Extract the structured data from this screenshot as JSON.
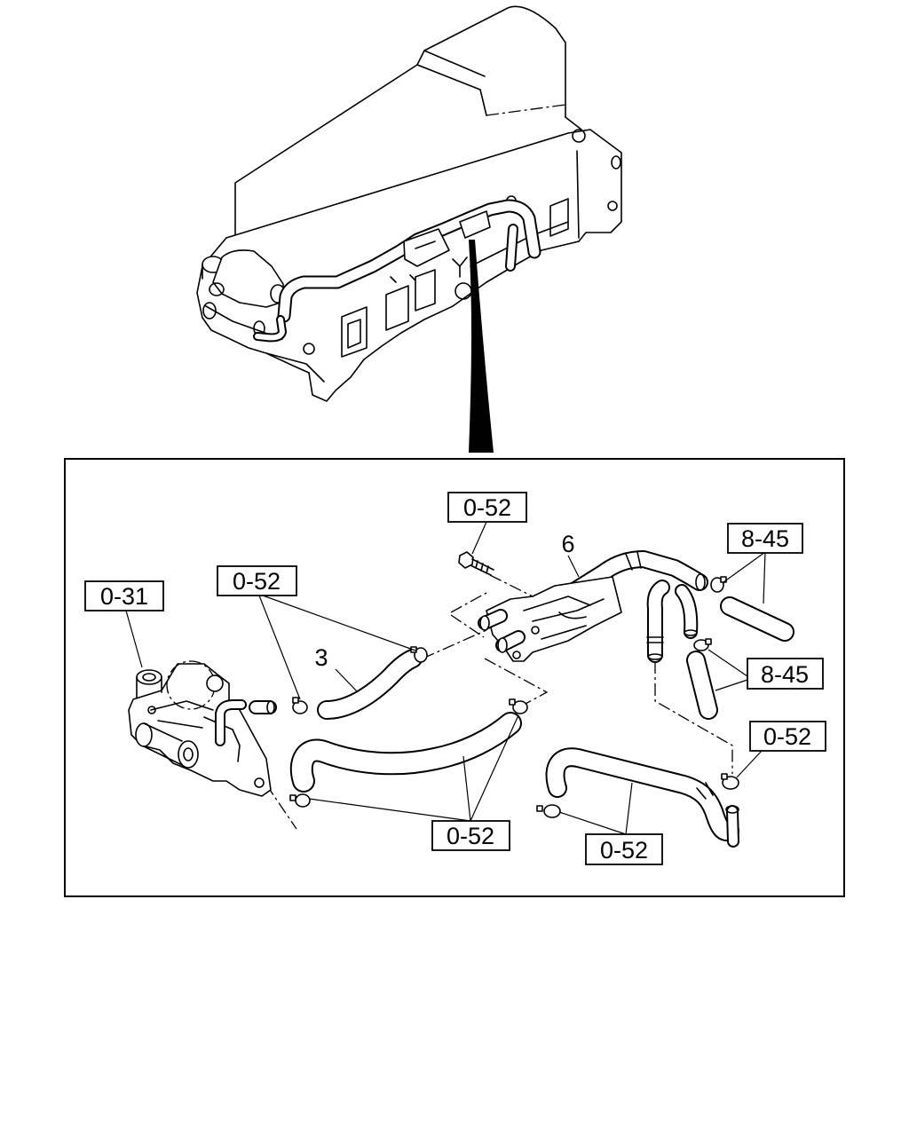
{
  "callouts": [
    {
      "text": "0-52"
    },
    {
      "text": "8-45"
    },
    {
      "text": "0-31"
    },
    {
      "text": "0-52"
    },
    {
      "text": "8-45"
    },
    {
      "text": "0-52"
    },
    {
      "text": "0-52"
    },
    {
      "text": "0-52"
    }
  ],
  "item_numbers": [
    "3",
    "6"
  ]
}
